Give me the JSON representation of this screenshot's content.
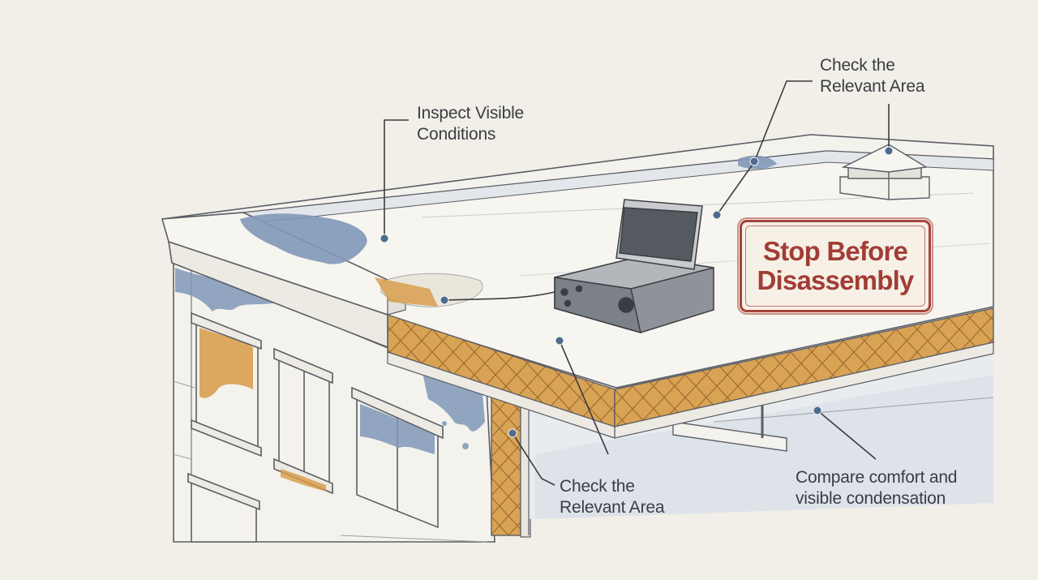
{
  "labels": {
    "inspect": [
      "Inspect Visible",
      "Conditions"
    ],
    "check_top": [
      "Check the",
      "Relevant Area"
    ],
    "check_bottom": [
      "Check the",
      "Relevant Area"
    ],
    "compare": [
      "Compare comfort and",
      "visible condensation"
    ]
  },
  "sign": {
    "lines": [
      "Stop Before",
      "Disassembly"
    ]
  },
  "icons": [
    "moisture-meter-icon",
    "roof-vent-icon"
  ],
  "colors": {
    "background": "#f1efe7",
    "ink": "#3a3d42",
    "water_stain": "#7f98b8",
    "insulation": "#d79a45",
    "sign_red": "#a13d36"
  }
}
